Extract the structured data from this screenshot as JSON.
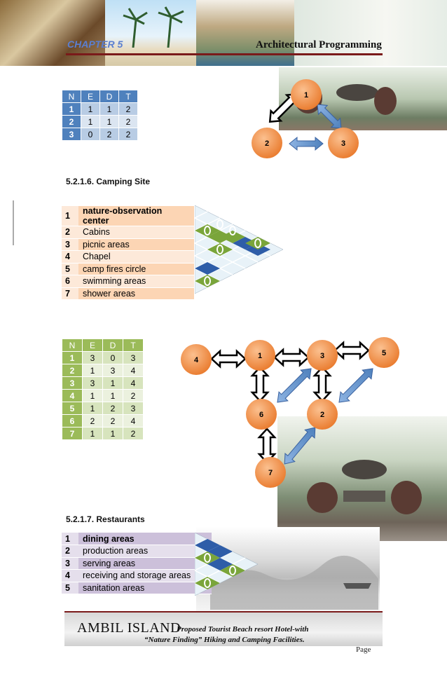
{
  "header": {
    "chapter": "CHAPTER 5",
    "title": "Architectural Programming"
  },
  "table1": {
    "headers": [
      "N",
      "E",
      "D",
      "T"
    ],
    "rows": [
      [
        "1",
        "1",
        "1",
        "2"
      ],
      [
        "2",
        "1",
        "1",
        "2"
      ],
      [
        "3",
        "0",
        "2",
        "2"
      ]
    ]
  },
  "diagram1": {
    "nodes": [
      "1",
      "2",
      "3"
    ]
  },
  "section_camping": "5.2.1.6. Camping Site",
  "camping_list": [
    [
      "1",
      "nature-observation center"
    ],
    [
      "2",
      "Cabins"
    ],
    [
      "3",
      "picnic areas"
    ],
    [
      "4",
      "Chapel"
    ],
    [
      "5",
      "camp fires circle"
    ],
    [
      "6",
      "swimming areas"
    ],
    [
      "7",
      "shower areas"
    ]
  ],
  "table2": {
    "headers": [
      "N",
      "E",
      "D",
      "T"
    ],
    "rows": [
      [
        "1",
        "3",
        "0",
        "3"
      ],
      [
        "2",
        "1",
        "3",
        "4"
      ],
      [
        "3",
        "3",
        "1",
        "4"
      ],
      [
        "4",
        "1",
        "1",
        "2"
      ],
      [
        "5",
        "1",
        "2",
        "3"
      ],
      [
        "6",
        "2",
        "2",
        "4"
      ],
      [
        "7",
        "1",
        "1",
        "2"
      ]
    ]
  },
  "diagram2": {
    "nodes": [
      "1",
      "2",
      "3",
      "4",
      "5",
      "6",
      "7"
    ]
  },
  "section_restaurants": "5.2.1.7. Restaurants",
  "restaurant_list": [
    [
      "1",
      "dining areas"
    ],
    [
      "2",
      "production areas"
    ],
    [
      "3",
      "serving areas"
    ],
    [
      "4",
      "receiving and storage areas"
    ],
    [
      "5",
      "sanitation areas"
    ]
  ],
  "footer": {
    "brand": "AMBIL ISLAND",
    "line1": "Proposed Tourist Beach resort Hotel-with",
    "line2": "“Nature Finding” Hiking and Camping Facilities.",
    "page": "Page"
  },
  "colors": {
    "node": "#f79646",
    "table1": "#4f81bd",
    "table2": "#9bbb59",
    "accent": "#7a1a1a"
  }
}
